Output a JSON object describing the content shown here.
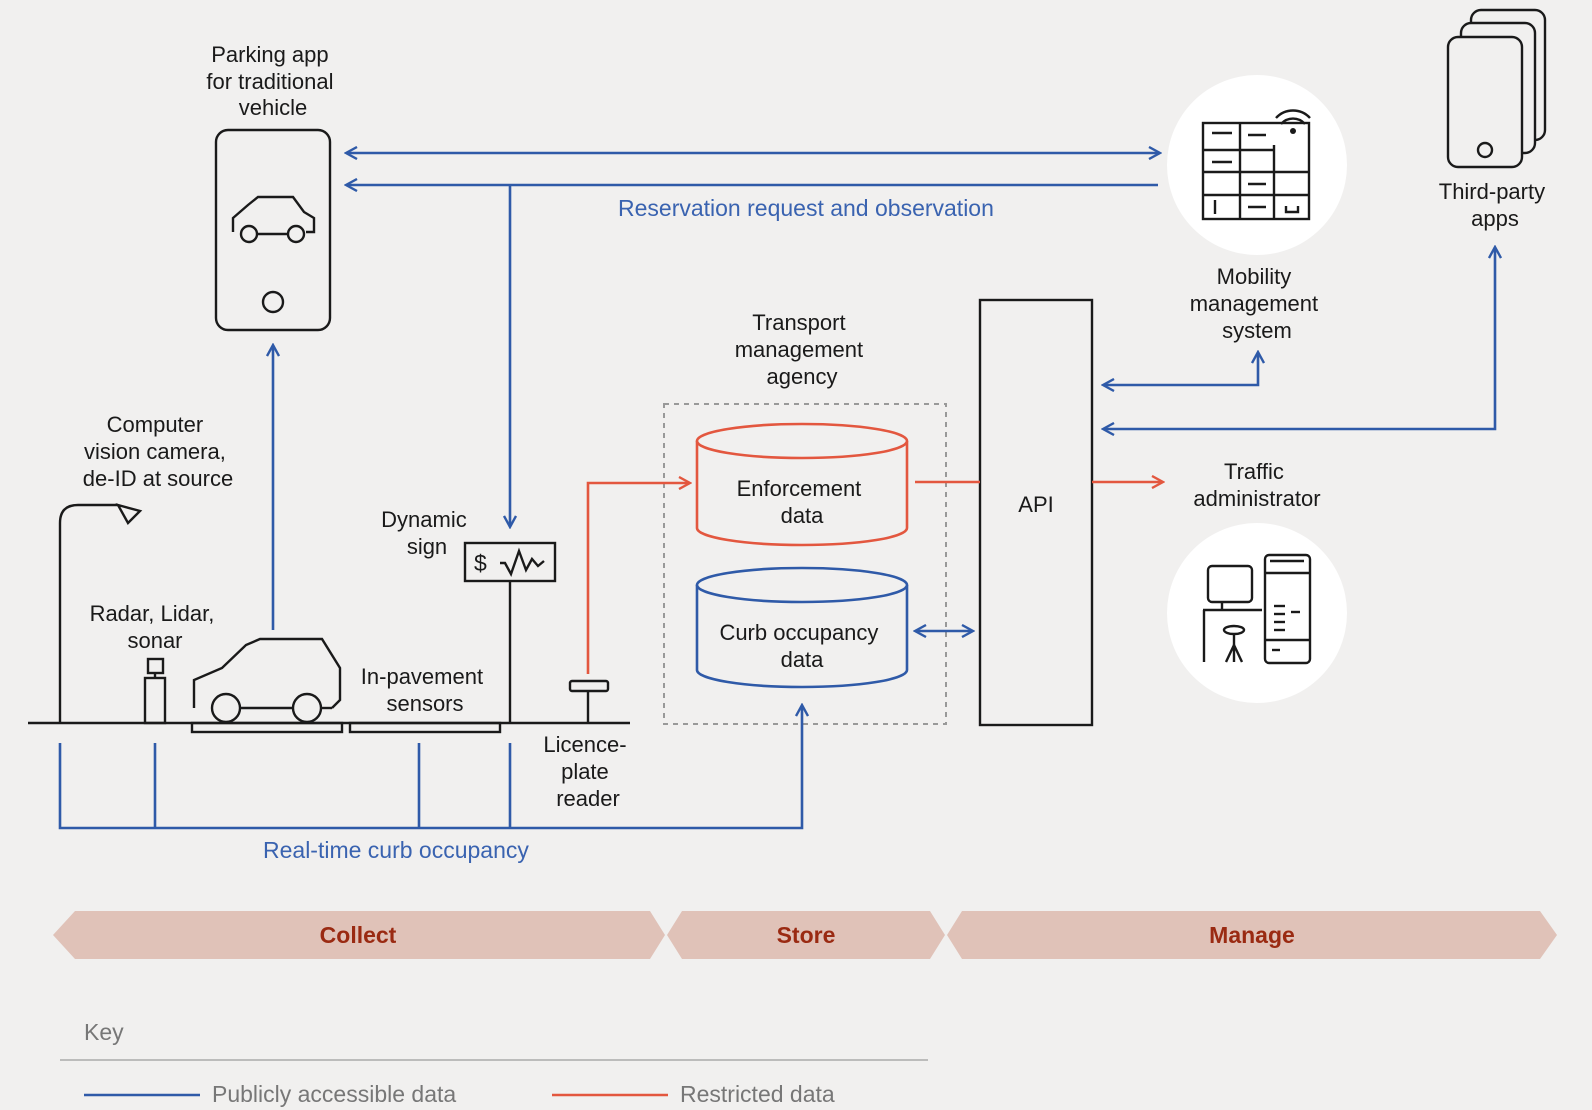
{
  "nodes": {
    "parking_app": [
      "Parking app",
      "for traditional",
      "vehicle"
    ],
    "camera": [
      "Computer",
      "vision camera,",
      "de-ID at source"
    ],
    "radar": [
      "Radar, Lidar,",
      "sonar"
    ],
    "dynamic_sign": [
      "Dynamic",
      "sign"
    ],
    "sign_symbol": "$",
    "pavement": [
      "In-pavement",
      "sensors"
    ],
    "plate_reader": [
      "Licence-",
      "plate",
      "reader"
    ],
    "agency": [
      "Transport",
      "management",
      "agency"
    ],
    "enforcement": [
      "Enforcement",
      "data"
    ],
    "occupancy": [
      "Curb occupancy",
      "data"
    ],
    "api": "API",
    "mobility": [
      "Mobility",
      "management",
      "system"
    ],
    "third_party": [
      "Third-party",
      "apps"
    ],
    "traffic": [
      "Traffic",
      "administrator"
    ]
  },
  "flows": {
    "reservation": "Reservation request and observation",
    "realtime": "Real-time curb occupancy"
  },
  "phases": [
    "Collect",
    "Store",
    "Manage"
  ],
  "key": {
    "title": "Key",
    "items": [
      {
        "label": "Publicly accessible data",
        "color": "#2f5aa8"
      },
      {
        "label": "Restricted data",
        "color": "#e3573f"
      }
    ]
  },
  "colors": {
    "public": "#2f5aa8",
    "restricted": "#e3573f",
    "phase_fill": "#e0c2b8",
    "phase_text": "#9a2a12",
    "background": "#f1f0ef"
  }
}
